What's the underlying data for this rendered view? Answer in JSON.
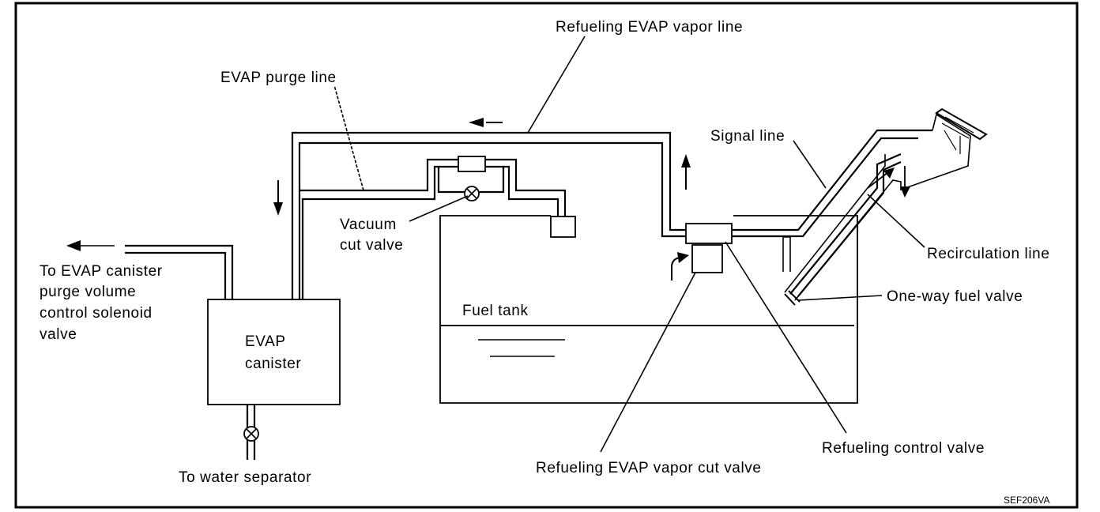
{
  "labels": {
    "refueling_evap_vapor_line": "Refueling EVAP vapor line",
    "evap_purge_line": "EVAP purge line",
    "signal_line": "Signal line",
    "vacuum_cut_valve_1": "Vacuum",
    "vacuum_cut_valve_2": "cut valve",
    "to_evap_canister_1": "To EVAP canister",
    "to_evap_canister_2": "purge volume",
    "to_evap_canister_3": "control solenoid",
    "to_evap_canister_4": "valve",
    "evap_canister_1": "EVAP",
    "evap_canister_2": "canister",
    "fuel_tank": "Fuel tank",
    "recirculation_line": "Recirculation line",
    "one_way_fuel_valve": "One-way fuel valve",
    "to_water_separator": "To water separator",
    "refueling_control_valve": "Refueling control valve",
    "refueling_evap_vapor_cut_valve": "Refueling EVAP vapor cut valve",
    "figure_code": "SEF206VA"
  }
}
